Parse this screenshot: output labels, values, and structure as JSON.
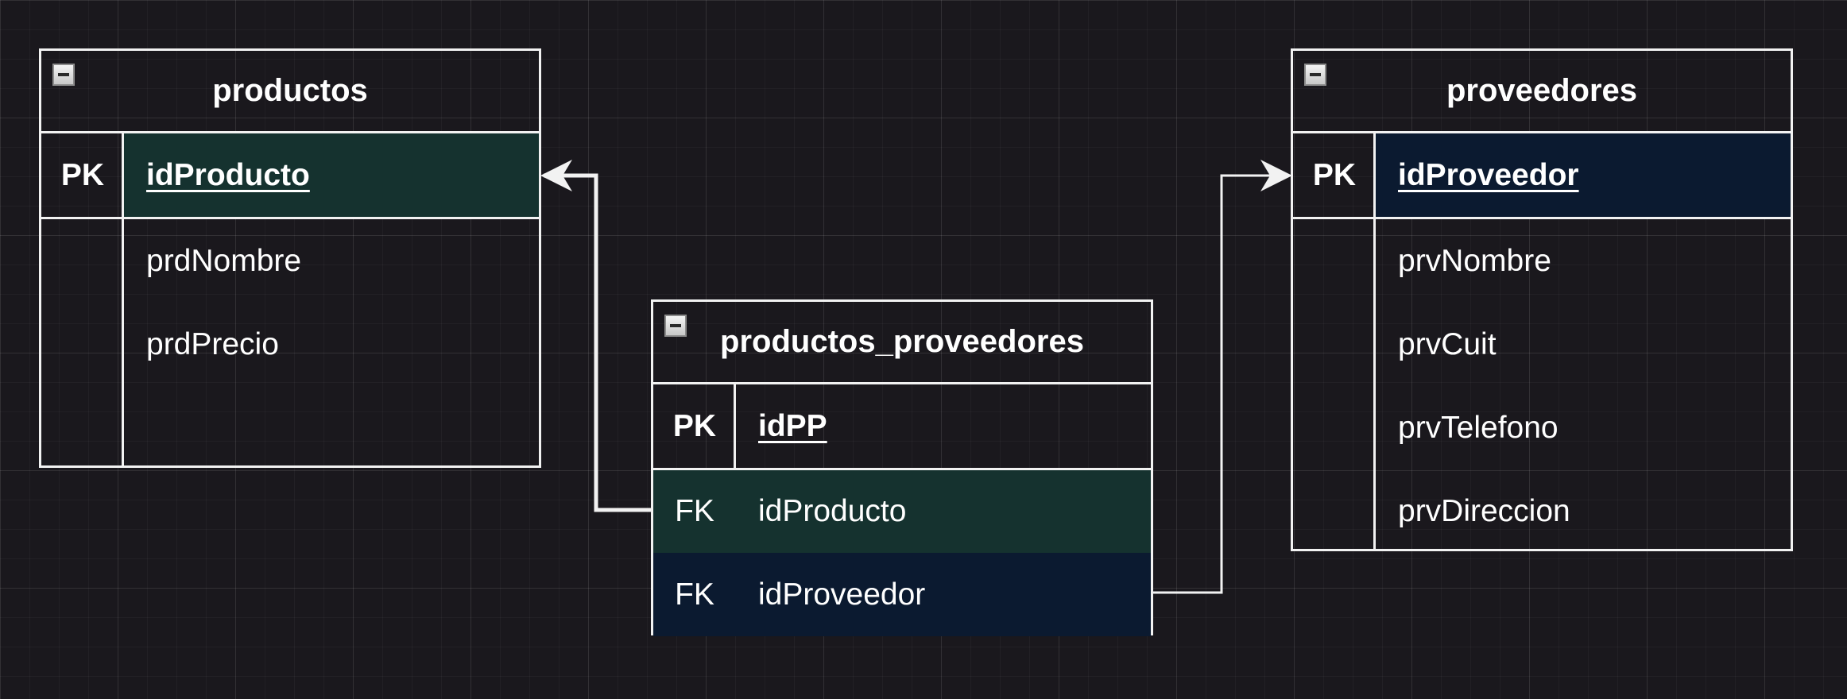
{
  "diagram": {
    "entities": {
      "productos": {
        "title": "productos",
        "pk": {
          "key": "PK",
          "field": "idProducto"
        },
        "fields": [
          "prdNombre",
          "prdPrecio",
          ""
        ]
      },
      "productos_proveedores": {
        "title": "productos_proveedores",
        "pk": {
          "key": "PK",
          "field": "idPP"
        },
        "fk_rows": [
          {
            "key": "FK",
            "field": "idProducto"
          },
          {
            "key": "FK",
            "field": "idProveedor"
          }
        ]
      },
      "proveedores": {
        "title": "proveedores",
        "pk": {
          "key": "PK",
          "field": "idProveedor"
        },
        "fields": [
          "prvNombre",
          "prvCuit",
          "prvTelefono",
          "prvDireccion"
        ]
      }
    },
    "colors": {
      "background": "#1a181d",
      "border": "#f2f2f2",
      "highlight_producto": "#15322f",
      "highlight_proveedor": "#0b1a30"
    },
    "relations": [
      {
        "from": "productos_proveedores.idProducto",
        "to": "productos.idProducto"
      },
      {
        "from": "productos_proveedores.idProveedor",
        "to": "proveedores.idProveedor"
      }
    ]
  }
}
